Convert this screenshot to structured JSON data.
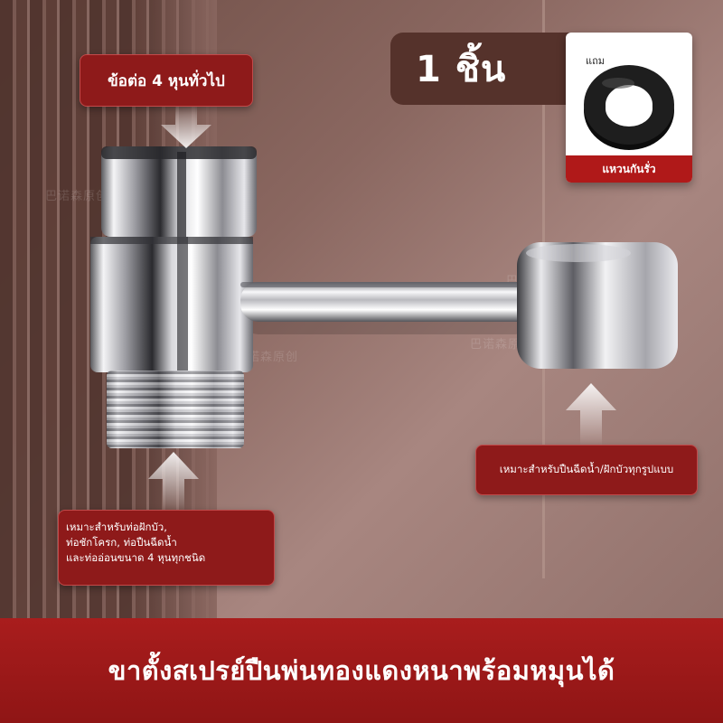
{
  "callouts": {
    "top_connector": "ข้อต่อ 4 หุนทั่วไป",
    "right_usage": "เหมาะสำหรับปืนฉีดน้ำ/ฝักบัวทุกรูปแบบ",
    "left_usage_lines": [
      "เหมาะสำหรับท่อฝักบัว,",
      "ท่อชักโครก, ท่อปืนฉีดน้ำ",
      "และท่ออ่อนขนาด 4 หุนทุกชนิด"
    ]
  },
  "count_badge": "1 ชิ้น",
  "gift": {
    "tag": "แถม",
    "caption": "แหวนกันรั่ว",
    "icon": "rubber-washer-icon"
  },
  "banner_title": "ขาตั้งสเปรย์ปืนพ่นทองแดงหนาพร้อมหมุนได้",
  "colors": {
    "accent_red": "#8e1a1a",
    "banner_red": "#a91d1d",
    "background_brown": "#8a6760"
  }
}
